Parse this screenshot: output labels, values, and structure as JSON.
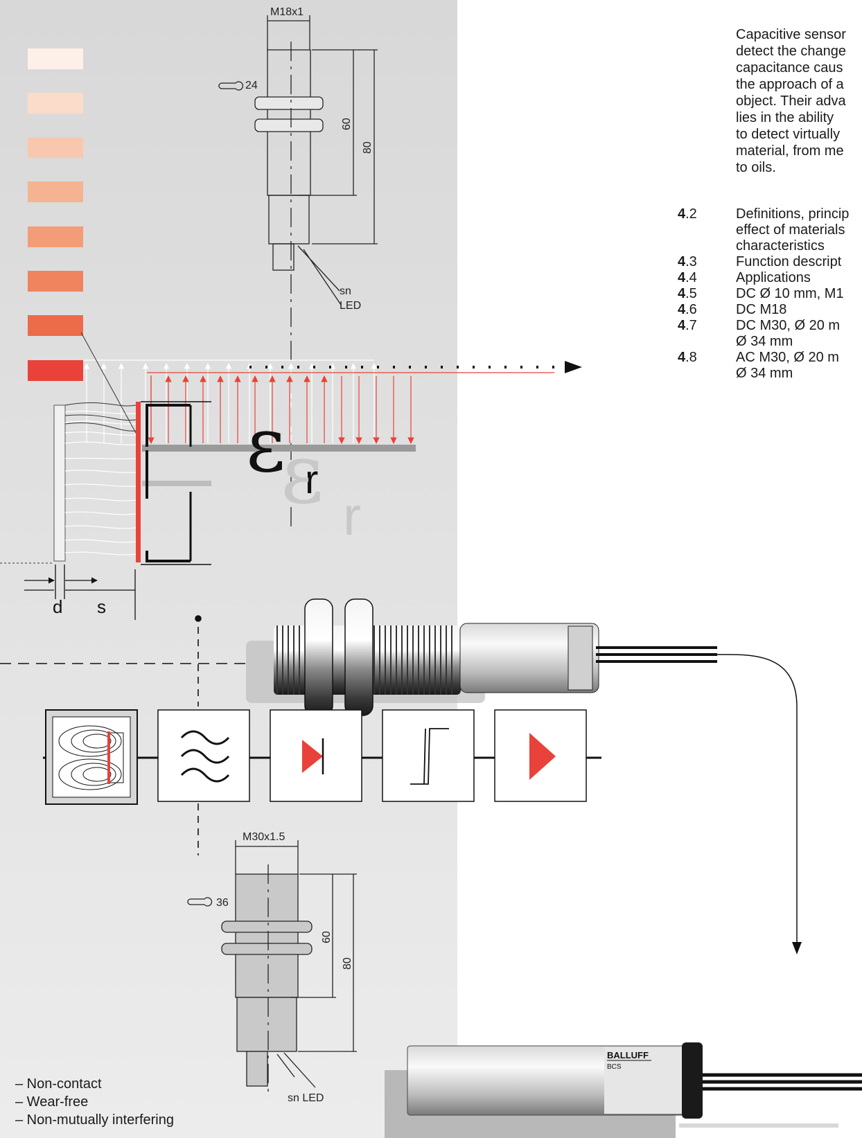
{
  "intro_text": "Capacitive sensor\ndetect the change\ncapacitance caus\nthe approach of a\nobject. Their adva\nlies in the ability\nto detect virtually\nmaterial, from me\nto oils.",
  "toc": [
    {
      "chapter": "4",
      "section": ".2",
      "text": "Definitions, princip\neffect of materials\ncharacteristics"
    },
    {
      "chapter": "4",
      "section": ".3",
      "text": "Function descript"
    },
    {
      "chapter": "4",
      "section": ".4",
      "text": "Applications"
    },
    {
      "chapter": "4",
      "section": ".5",
      "text": "DC Ø 10 mm, M1"
    },
    {
      "chapter": "4",
      "section": ".6",
      "text": "DC M18"
    },
    {
      "chapter": "4",
      "section": ".7",
      "text": "DC M30, Ø 20 m\nØ 34 mm"
    },
    {
      "chapter": "4",
      "section": ".8",
      "text": "AC M30, Ø 20 m\nØ 34 mm"
    }
  ],
  "drawing_m18": {
    "thread": "M18x1",
    "wrench": "24",
    "dim_60": "60",
    "dim_80": "80",
    "sn_label": "sn",
    "led_label": "LED"
  },
  "drawing_m30": {
    "thread": "M30x1.5",
    "wrench": "36",
    "dim_60": "60",
    "dim_80": "80",
    "sn_led_label": "sn LED"
  },
  "symbols": {
    "epsilon": "ε",
    "epsilon_sub": "r",
    "d_label": "d",
    "s_label": "s"
  },
  "brand": {
    "logo": "BALLUFF",
    "model": "BCS"
  },
  "features": [
    "– Non-contact",
    "– Wear-free",
    "– Non-mutually interfering"
  ],
  "colors": {
    "accent_red": "#e8423a",
    "gradient_swatches": [
      "#fdf0e8",
      "#fbdccb",
      "#f8c8ae",
      "#f5b392",
      "#f29c78",
      "#ef845f",
      "#ec6b49",
      "#e8423a"
    ]
  }
}
